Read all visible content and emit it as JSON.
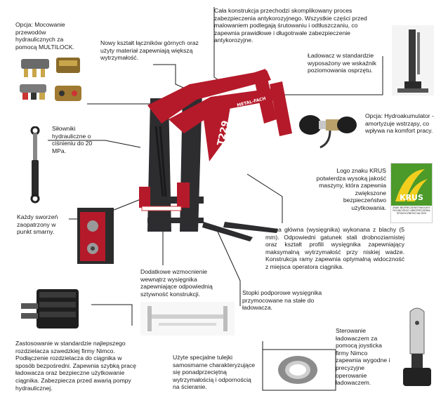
{
  "captions": {
    "multilock": "Opcja: Mocowanie przewodów hydraulicznych za pomocą MULTILOCK.",
    "tech_connectors": "Nowy kształt łączników górnych oraz użyty materiał zapewniają większą wytrzymałość.",
    "anticorrosion": "Cała konstrukcja przechodzi skomplikowany proces zabezpieczenia antykorozyjnego. Wszystkie części przed malowaniem podlegają śrutowaniu i odtłuszczaniu, co zapewnia prawidłowe i długotrwałe zabezpieczenie antykorozyjne.",
    "indicator": "Ładowacz w standardzie wyposażony we wskaźnik poziomowania osprzętu.",
    "accumulator": "Opcja: Hydroakumulator - amortyzuje wstrząsy, co wpływa na komfort pracy.",
    "cylinders": "Siłowniki hydrauliczne o ciśnieniu do 20 MPa.",
    "krus_logo": "Logo znaku KRUS potwierdza wysoką jakość maszyny, która zapewnia zwiększone bezpieczeństwo użytkowania.",
    "pins": "Każdy sworzeń zaopatrzony w punkt smarny.",
    "frame": "Rama główna (wysięgnika) wykonana z blachy (5 mm). Odpowiedni gatunek stali drobnoziarnistej oraz kształt profili wysięgnika zapewniający maksymalną wytrzymałość przy niskiej wadze. Konstrukcja ramy zapewnia optymalną widoczność z miejsca operatora ciągnika.",
    "reinforcement": "Dodatkowe wzmocnienie wewnątrz wysięgnika zapewniające odpowiednią sztywność konstrukcji.",
    "support_feet": "Stopki podporowe wysięgnika przymocowane na stałe do ładowacza.",
    "valve": "Zastosowanie w standardzie najlepszego rozdzielacza szwedzkiej firmy Nimco. Podłączenie rozdzielacza do ciągnika w sposób bezpośredni. Zapewnia szybką pracę ładowacza oraz bezpieczne użytkowanie ciągnika. Zabezpiecza przed awarią pompy hydraulicznej.",
    "bushings": "Użyte specjalne tulejki samosmarne charakteryzujące się ponadprzeciętną wytrzymałością i odpornością na ścieranie.",
    "joystick": "Sterowanie ładowaczem za pomocą joysticka firmy Nimco zapewnia wygodne i precyzyjne operowanie ładowaczem."
  },
  "loader": {
    "model_label": "T229",
    "brand_label": "METAL-FACH"
  },
  "krus": {
    "wordmark": "KRUS",
    "small_text": "ZNAK BEZPIECZEŃSTWA KASY ROLNICZEGO UBEZPIECZENIA SPOŁECZNEGO NA 2020"
  },
  "colors": {
    "frame_red": "#b51a2a",
    "frame_dark": "#2d2d30",
    "krus_green": "#4c9a2a",
    "krus_yellow": "#f2cf1f",
    "leader": "#1a1a1a"
  }
}
